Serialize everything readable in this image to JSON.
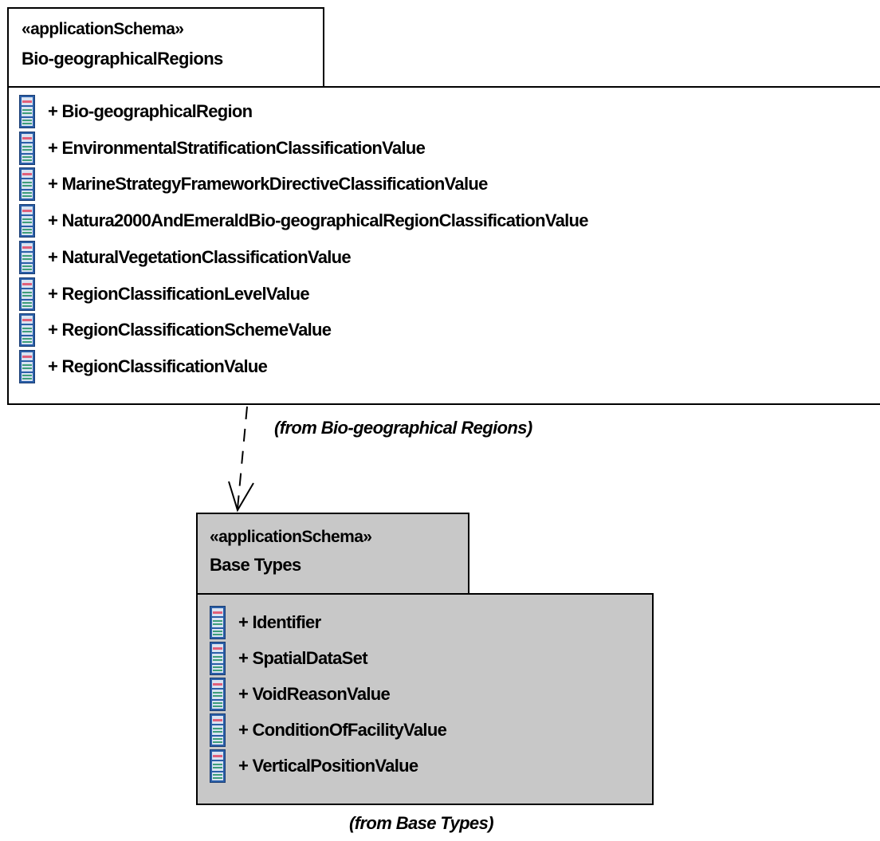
{
  "top_package": {
    "stereotype": "«applicationSchema»",
    "name": "Bio-geographicalRegions",
    "fill": "#ffffff",
    "items": [
      "+ Bio-geographicalRegion",
      "+ EnvironmentalStratificationClassificationValue",
      "+ MarineStrategyFrameworkDirectiveClassificationValue",
      "+ Natura2000AndEmeraldBio-geographicalRegionClassificationValue",
      "+ NaturalVegetationClassificationValue",
      "+ RegionClassificationLevelValue",
      "+ RegionClassificationSchemeValue",
      "+ RegionClassificationValue"
    ],
    "caption": "(from Bio-geographical Regions)"
  },
  "base_package": {
    "stereotype": "«applicationSchema»",
    "name": "Base Types",
    "fill": "#c8c8c8",
    "items": [
      "+ Identifier",
      "+ SpatialDataSet",
      "+ VoidReasonValue",
      "+ ConditionOfFacilityValue",
      "+ VerticalPositionValue"
    ],
    "caption": "(from Base Types)"
  },
  "item_icon": "class-icon",
  "dependency": {
    "style": "dashed",
    "arrowhead": "open"
  }
}
